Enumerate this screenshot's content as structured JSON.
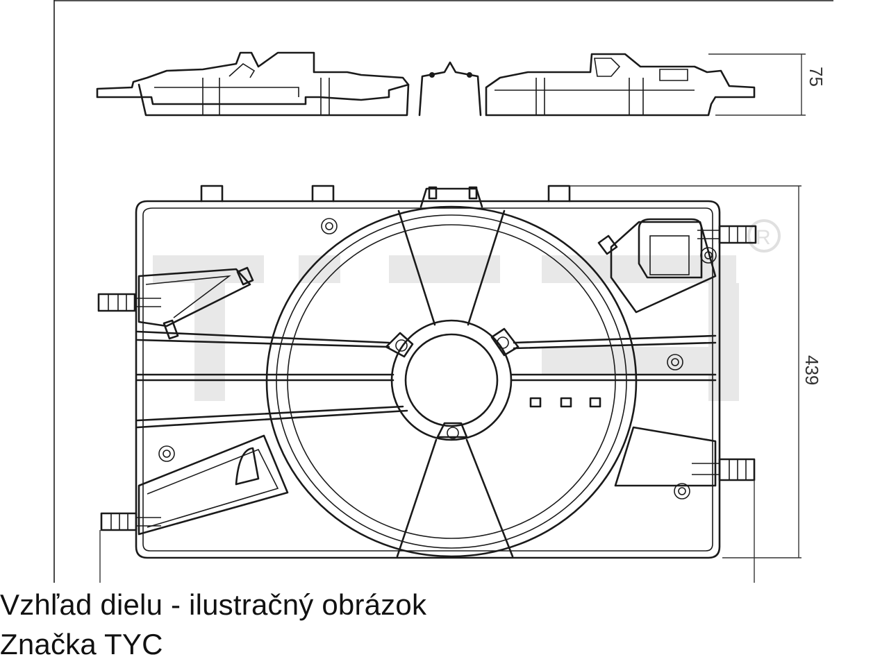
{
  "drawing": {
    "dimension_height_top_view": "75",
    "dimension_height_front_view": "439",
    "watermark": "TYC"
  },
  "caption": {
    "line1": "Vzhľad dielu - ilustračný obrázok",
    "line2": "Značka TYC"
  }
}
